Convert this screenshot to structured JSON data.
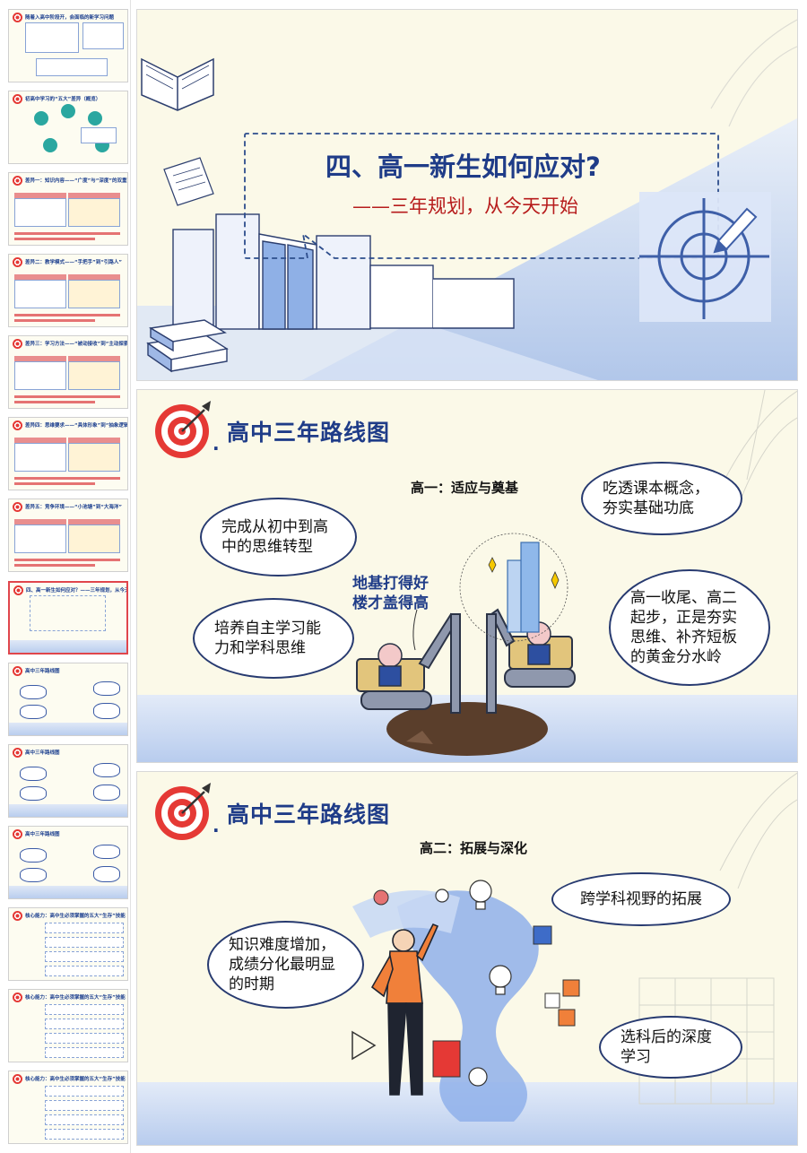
{
  "thumbnails": [
    {
      "title": "随着入高中阶段开，会面临的新学习问题",
      "highlight": ""
    },
    {
      "title": "初高中学习的“五大”差异（概览）",
      "highlight": ""
    },
    {
      "title": "差异一：知识内容——“广度”与“深度”的双重飞跃",
      "highlight": "差异一"
    },
    {
      "title": "差异二：教学模式——“手把手”到“引路人”",
      "highlight": "差异二"
    },
    {
      "title": "差异三：学习方法——“被动接收”到“主动探索”",
      "highlight": "差异三"
    },
    {
      "title": "差异四：思维要求——“具体形象”到“抽象逻辑”",
      "highlight": "差异四"
    },
    {
      "title": "差异五：竞争环境——“小池塘”到“大海洋”",
      "highlight": "差异五"
    },
    {
      "title": "四、高一新生如何应对？——三年规划，从今天开始",
      "highlight": ""
    },
    {
      "title": "高中三年路线图",
      "highlight": ""
    },
    {
      "title": "高中三年路线图",
      "highlight": ""
    },
    {
      "title": "高中三年路线图",
      "highlight": ""
    },
    {
      "title": "核心能力：高中生必须掌握的五大“生存”技能",
      "highlight": "核心能力"
    },
    {
      "title": "核心能力：高中生必须掌握的五大“生存”技能",
      "highlight": "核心能力"
    },
    {
      "title": "核心能力：高中生必须掌握的五大“生存”技能",
      "highlight": "核心能力"
    }
  ],
  "slide1": {
    "title": "四、高一新生如何应对?",
    "subtitle": "——三年规划，从今天开始"
  },
  "slide2": {
    "heading": "高中三年路线图",
    "stage": "高一：适应与奠基",
    "bubble_left_top": "完成从初中到高中的思维转型",
    "bubble_left_bottom": "培养自主学习能力和学科思维",
    "bubble_right_top": "吃透课本概念，夯实基础功底",
    "bubble_right_bottom": "高一收尾、高二起步，正是夯实思维、补齐短板的黄金分水岭",
    "slogan_line1": "地基打得好",
    "slogan_line2": "楼才盖得高"
  },
  "slide3": {
    "heading": "高中三年路线图",
    "stage": "高二：拓展与深化",
    "bubble_left": "知识难度增加，成绩分化最明显的时期",
    "bubble_right_top": "跨学科视野的拓展",
    "bubble_right_bottom": "选科后的深度学习"
  },
  "colors": {
    "heading_blue": "#1f3c88",
    "subtitle_red": "#b71c1c",
    "slide_bg": "#fbf9e8",
    "active_thumb_border": "#e0464c"
  }
}
